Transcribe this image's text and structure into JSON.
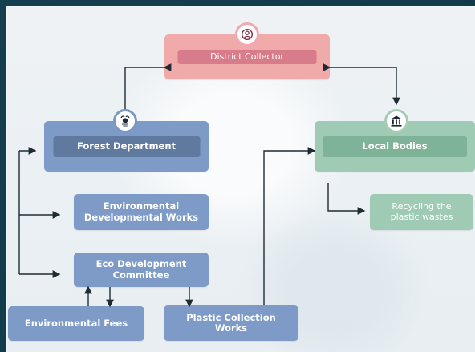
{
  "diagram": {
    "nodes": {
      "district_collector": "District Collector",
      "forest_department": "Forest Department",
      "local_bodies": "Local Bodies",
      "environmental_developmental_works_line1": "Environmental",
      "environmental_developmental_works_line2": "Developmental Works",
      "eco_development_committee_line1": "Eco Development",
      "eco_development_committee_line2": "Committee",
      "recycling_plastic_wastes_line1": "Recycling the",
      "recycling_plastic_wastes_line2": "plastic wastes",
      "environmental_fees": "Environmental Fees",
      "plastic_collection_works_line1": "Plastic Collection",
      "plastic_collection_works_line2": "Works"
    },
    "icons": {
      "district_collector": "user-icon",
      "forest_department": "forest-emblem-icon",
      "local_bodies": "building-icon"
    },
    "colors": {
      "background_dark": "#123a4a",
      "canvas_light": "#eef2f5",
      "blue_box": "#7d9bc6",
      "blue_label": "#5f799f",
      "green_box": "#9fcbb4",
      "green_label": "#7eb397",
      "pink_box": "#f0aaaa",
      "pink_label": "#d87b8b",
      "line": "#1f2b33"
    }
  }
}
